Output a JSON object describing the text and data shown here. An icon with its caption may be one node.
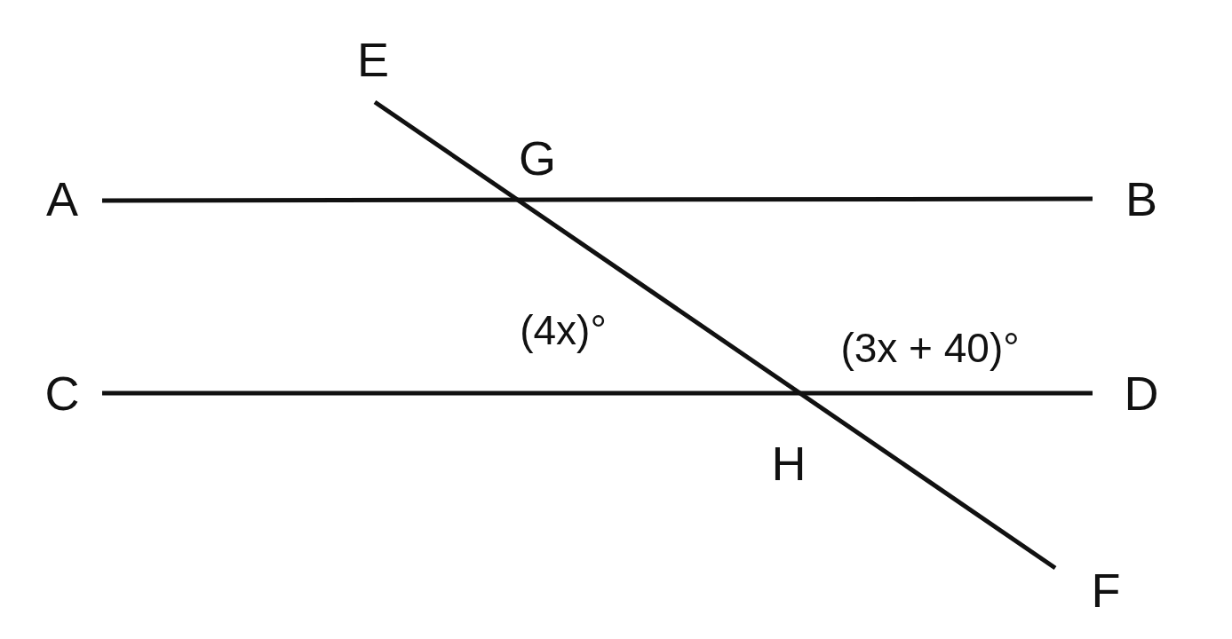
{
  "diagram": {
    "labels": [
      "E",
      "G",
      "A",
      "B",
      "(4x)°",
      "(3x + 40)°",
      "C",
      "D",
      "H",
      "F"
    ]
  }
}
